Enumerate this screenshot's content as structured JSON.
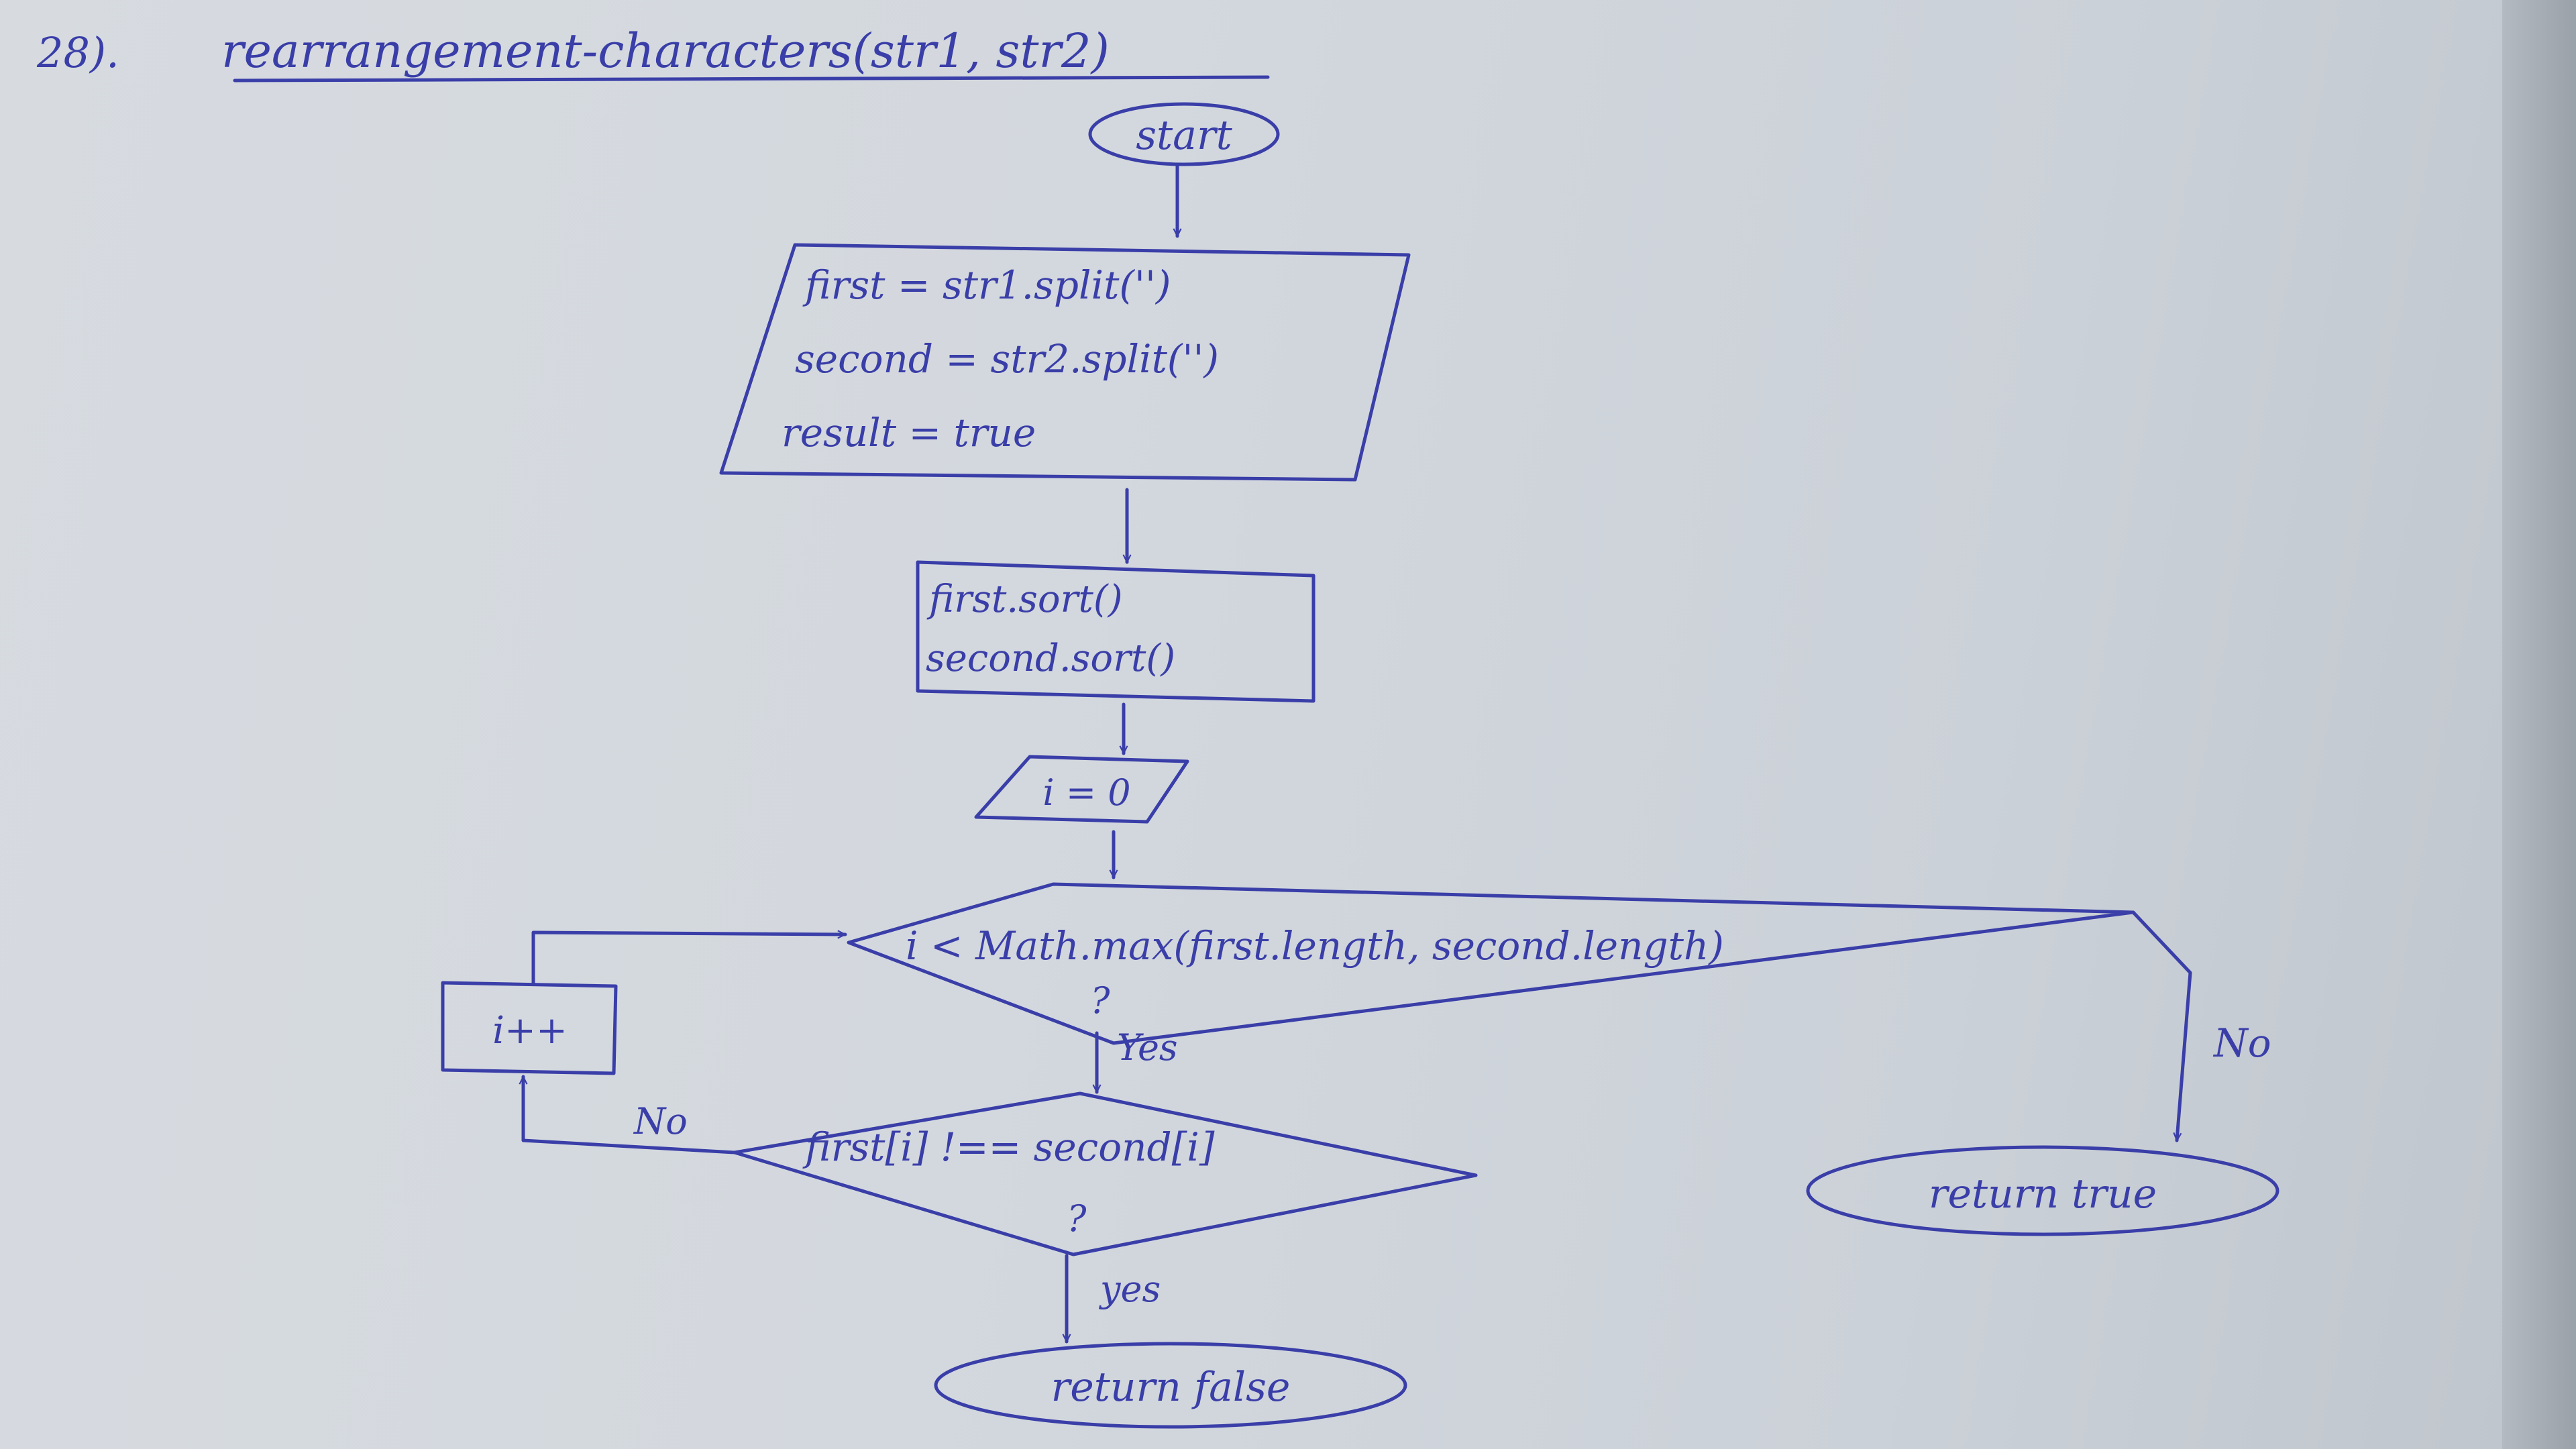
{
  "title": {
    "number": "28).",
    "text": "rearrangement-characters(str1, str2)"
  },
  "nodes": {
    "start": "start",
    "init": {
      "line1": "first = str1.split('')",
      "line2": "second = str2.split('')",
      "line3": "result = true"
    },
    "sort": {
      "line1": "first.sort()",
      "line2": "second.sort()"
    },
    "counter": "i = 0",
    "loop_condition": {
      "line1": "i < Math.max(first.length, second.length)",
      "line2": "?"
    },
    "increment": "i++",
    "compare": {
      "line1": "first[i] !== second[i]",
      "line2": "?"
    },
    "return_true": "return true",
    "return_false": "return false"
  },
  "edges": {
    "loop_yes": "Yes",
    "loop_no": "No",
    "compare_yes": "yes",
    "compare_no": "No"
  }
}
